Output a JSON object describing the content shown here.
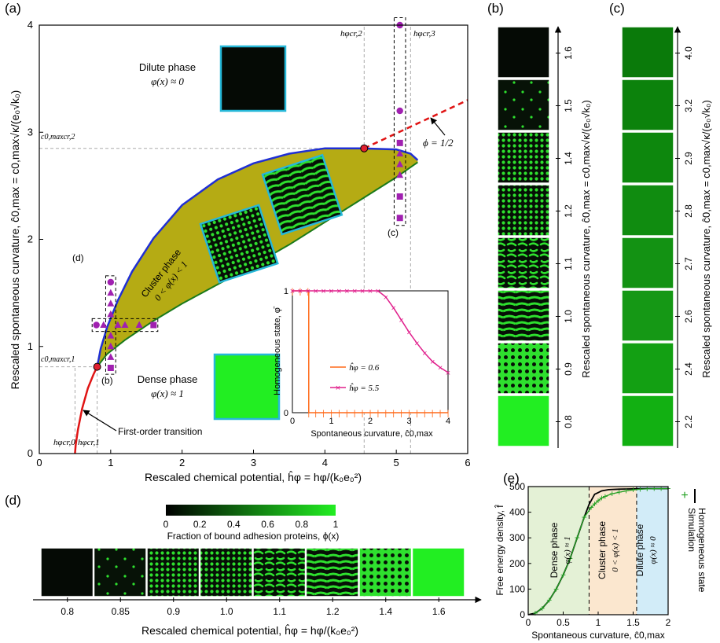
{
  "panel_labels": {
    "a": "(a)",
    "b": "(b)",
    "c": "(c)",
    "d": "(d)",
    "e": "(e)"
  },
  "colors": {
    "cluster_fill": "#b5ab14",
    "upper_boundary": "#1f2fd4",
    "lower_boundary": "#1a7a1a",
    "first_order": "#e01414",
    "half_line": "#e01414",
    "pattern_green": "#22dd22",
    "marker_purple": "#a020b0",
    "inset_orange": "#ff6a1a",
    "inset_magenta": "#e0208c",
    "dense_region": "#e4f1d6",
    "cluster_region": "#fbe7cf",
    "dilute_region": "#d2ecf8",
    "sim_green": "#22a022"
  },
  "panel_a": {
    "xlabel": "Rescaled chemical potential, ĥφ = hφ/(k₀e₀²)",
    "ylabel": "Rescaled spontaneous curvature, ĉ0,max = c0,max√κ/(e₀√k₀)",
    "regions": {
      "dilute_title": "Dilute phase",
      "dilute_formula": "φ(x) ≈ 0",
      "cluster_title": "Cluster phase",
      "cluster_formula": "0 < φ(x) < 1",
      "dense_title": "Dense phase",
      "dense_formula": "φ(x) ≈ 1"
    },
    "annotations": {
      "first_order": "First-order transition",
      "phi_half": "ϕ = 1/2",
      "h_cr0": "hφcr,0",
      "h_cr1": "hφcr,1",
      "h_cr2": "hφcr,2",
      "h_cr3": "hφcr,3",
      "c_cr1": "c0,maxcr,1",
      "c_cr2": "c0,maxcr,2",
      "box_b": "(b)",
      "box_c": "(c)",
      "box_d": "(d)"
    },
    "inset": {
      "ylabel": "Homogeneous state, φ̄",
      "xlabel": "Spontaneous curvature, ĉ0,max",
      "legend": [
        "ĥφ = 0.6",
        "ĥφ = 5.5"
      ]
    }
  },
  "panel_b": {
    "ylabel": "Rescaled spontaneous curvature, ĉ0,max = c0,max√κ/(e₀√k₀)",
    "labels": [
      "1.6",
      "1.5",
      "1.4",
      "1.2",
      "1.1",
      "1.0",
      "0.9",
      "0.8"
    ],
    "patterns": [
      "dark",
      "sparse",
      "dots",
      "dots",
      "worms",
      "labyrinth",
      "holes",
      "dense"
    ]
  },
  "panel_c": {
    "ylabel": "Rescaled spontaneous curvature, ĉ0,max = c0,max√κ/(e₀√k₀)",
    "labels": [
      "4.0",
      "3.2",
      "2.9",
      "2.8",
      "2.7",
      "2.6",
      "2.4",
      "2.2"
    ],
    "greens": [
      "#0a7a0a",
      "#0c820c",
      "#0d870d",
      "#108c10",
      "#139213",
      "#159815",
      "#13a013",
      "#12b012"
    ]
  },
  "panel_d": {
    "colorbar_label": "Fraction of bound adhesion proteins, ϕ(x)",
    "colorbar_ticks": [
      "0",
      "0.2",
      "0.4",
      "0.6",
      "0.8",
      "1"
    ],
    "xlabel": "Rescaled chemical potential, ĥφ = hφ/(k₀e₀²)",
    "labels": [
      "0.8",
      "0.85",
      "0.9",
      "1.0",
      "1.1",
      "1.2",
      "1.4",
      "1.6"
    ],
    "patterns": [
      "dark",
      "sparse",
      "dots",
      "dots",
      "worms",
      "labyrinth",
      "holes",
      "dense"
    ]
  },
  "panel_e": {
    "xlabel": "Spontaneous curvature, ĉ0,max",
    "ylabel": "Free energy density, f̂",
    "legend": [
      "Homogeneous state",
      "Simulation"
    ],
    "regions": {
      "dense_title": "Dense phase",
      "dense_formula": "φ(x) ≈ 1",
      "cluster_title": "Cluster phase",
      "cluster_formula": "0 < φ(x) < 1",
      "dilute_title": "Dilute phase",
      "dilute_formula": "φ(x) ≈ 0"
    }
  },
  "chart_data": [
    {
      "type": "scatter",
      "panel": "a",
      "xlim": [
        0,
        6
      ],
      "ylim": [
        0,
        4
      ],
      "xticks": [
        "0",
        "1",
        "2",
        "3",
        "4",
        "5",
        "6"
      ],
      "yticks": [
        "0",
        "1",
        "2",
        "3",
        "4"
      ],
      "upper_boundary": {
        "x": [
          0.81,
          0.86,
          0.95,
          1.1,
          1.3,
          1.6,
          2.0,
          2.5,
          3.0,
          3.5,
          4.0,
          4.5,
          5.0,
          5.2,
          5.3
        ],
        "y": [
          0.81,
          0.98,
          1.18,
          1.43,
          1.7,
          2.01,
          2.32,
          2.56,
          2.71,
          2.8,
          2.85,
          2.85,
          2.84,
          2.8,
          2.74
        ]
      },
      "lower_boundary": {
        "x": [
          0.81,
          0.95,
          1.2,
          1.6,
          2.0,
          2.5,
          3.0,
          3.5,
          4.0,
          4.5,
          5.0,
          5.3
        ],
        "y": [
          0.81,
          0.93,
          1.06,
          1.24,
          1.4,
          1.58,
          1.76,
          1.95,
          2.16,
          2.37,
          2.58,
          2.72
        ]
      },
      "first_order": {
        "x": [
          0.5,
          0.51,
          0.54,
          0.6,
          0.68,
          0.76,
          0.81
        ],
        "y": [
          0.0,
          0.08,
          0.22,
          0.42,
          0.61,
          0.74,
          0.81
        ]
      },
      "phi_half": {
        "x": [
          4.55,
          6.0
        ],
        "y": [
          2.85,
          3.3
        ]
      },
      "critical_points": [
        {
          "x": 0.81,
          "y": 0.81
        },
        {
          "x": 4.55,
          "y": 2.85
        }
      ],
      "critical_h": [
        0.5,
        0.81,
        4.55,
        5.2
      ],
      "critical_c": [
        0.81,
        2.85
      ],
      "markers_b": [
        {
          "x": 1.0,
          "y": 1.6,
          "m": "circle"
        },
        {
          "x": 1.0,
          "y": 1.5,
          "m": "triangle"
        },
        {
          "x": 1.0,
          "y": 1.4,
          "m": "triangle"
        },
        {
          "x": 1.0,
          "y": 1.3,
          "m": "triangle"
        },
        {
          "x": 1.0,
          "y": 1.1,
          "m": "triangle"
        },
        {
          "x": 1.0,
          "y": 1.0,
          "m": "triangle"
        },
        {
          "x": 1.0,
          "y": 0.9,
          "m": "triangle"
        },
        {
          "x": 1.0,
          "y": 0.8,
          "m": "square"
        }
      ],
      "markers_c": [
        {
          "x": 5.05,
          "y": 4.0,
          "m": "circle"
        },
        {
          "x": 5.05,
          "y": 3.2,
          "m": "circle"
        },
        {
          "x": 5.05,
          "y": 2.9,
          "m": "square"
        },
        {
          "x": 5.05,
          "y": 2.8,
          "m": "triangle"
        },
        {
          "x": 5.05,
          "y": 2.7,
          "m": "triangle"
        },
        {
          "x": 5.05,
          "y": 2.6,
          "m": "triangle"
        },
        {
          "x": 5.05,
          "y": 2.4,
          "m": "square"
        },
        {
          "x": 5.05,
          "y": 2.2,
          "m": "square"
        }
      ],
      "markers_d": [
        {
          "x": 0.8,
          "y": 1.2,
          "m": "circle"
        },
        {
          "x": 0.9,
          "y": 1.2,
          "m": "triangle"
        },
        {
          "x": 1.1,
          "y": 1.2,
          "m": "triangle"
        },
        {
          "x": 1.2,
          "y": 1.2,
          "m": "triangle"
        },
        {
          "x": 1.4,
          "y": 1.2,
          "m": "triangle"
        },
        {
          "x": 1.6,
          "y": 1.2,
          "m": "square"
        }
      ]
    },
    {
      "type": "line",
      "panel": "a-inset",
      "xlim": [
        0,
        4
      ],
      "ylim": [
        0,
        1
      ],
      "xticks": [
        "0",
        "1",
        "2",
        "3",
        "4"
      ],
      "yticks": [
        "0",
        "1"
      ],
      "series": [
        {
          "name": "ĥφ = 0.6",
          "x": [
            0,
            0.2,
            0.4,
            0.42,
            0.42,
            0.6,
            0.8,
            1.0,
            1.2,
            1.4,
            1.6,
            1.8,
            2.0,
            2.2,
            2.4,
            2.6,
            2.8,
            3.0,
            3.2,
            3.4,
            3.6,
            3.8,
            4.0
          ],
          "y": [
            1,
            1,
            1,
            1,
            0,
            0,
            0,
            0,
            0,
            0,
            0,
            0,
            0,
            0,
            0,
            0,
            0,
            0,
            0,
            0,
            0,
            0,
            0
          ]
        },
        {
          "name": "ĥφ = 5.5",
          "x": [
            0,
            0.2,
            0.4,
            0.6,
            0.8,
            1.0,
            1.2,
            1.4,
            1.6,
            1.8,
            2.0,
            2.2,
            2.4,
            2.6,
            2.8,
            3.0,
            3.2,
            3.4,
            3.6,
            3.8,
            4.0
          ],
          "y": [
            1,
            1,
            1,
            1,
            1,
            1,
            1,
            1,
            1,
            1,
            1,
            1,
            0.95,
            0.86,
            0.76,
            0.66,
            0.57,
            0.49,
            0.42,
            0.37,
            0.33
          ]
        }
      ]
    },
    {
      "type": "line",
      "panel": "e",
      "xlim": [
        0,
        2
      ],
      "ylim": [
        0,
        500
      ],
      "xticks": [
        "0",
        "0.5",
        "1",
        "1.5",
        "2"
      ],
      "yticks": [
        "0",
        "100",
        "200",
        "300",
        "400",
        "500"
      ],
      "boundaries": [
        0.87,
        1.55
      ],
      "series": [
        {
          "name": "Homogeneous state",
          "x": [
            0,
            0.1,
            0.2,
            0.3,
            0.4,
            0.5,
            0.6,
            0.7,
            0.8,
            0.87,
            0.95,
            1.05,
            1.15,
            1.3,
            1.5,
            1.7,
            2.0
          ],
          "y": [
            0,
            6,
            25,
            56,
            100,
            155,
            220,
            300,
            380,
            430,
            470,
            483,
            488,
            490,
            491,
            492,
            492
          ]
        },
        {
          "name": "Simulation",
          "x": [
            0.1,
            0.2,
            0.3,
            0.4,
            0.5,
            0.6,
            0.7,
            0.8,
            0.9,
            0.95,
            1.0,
            1.05,
            1.1,
            1.2,
            1.3,
            1.4,
            1.5,
            1.6,
            1.7,
            1.8,
            1.9,
            2.0
          ],
          "y": [
            6,
            25,
            56,
            100,
            155,
            220,
            300,
            380,
            418,
            432,
            445,
            455,
            462,
            472,
            478,
            483,
            487,
            490,
            491,
            492,
            492,
            492
          ]
        }
      ]
    }
  ]
}
